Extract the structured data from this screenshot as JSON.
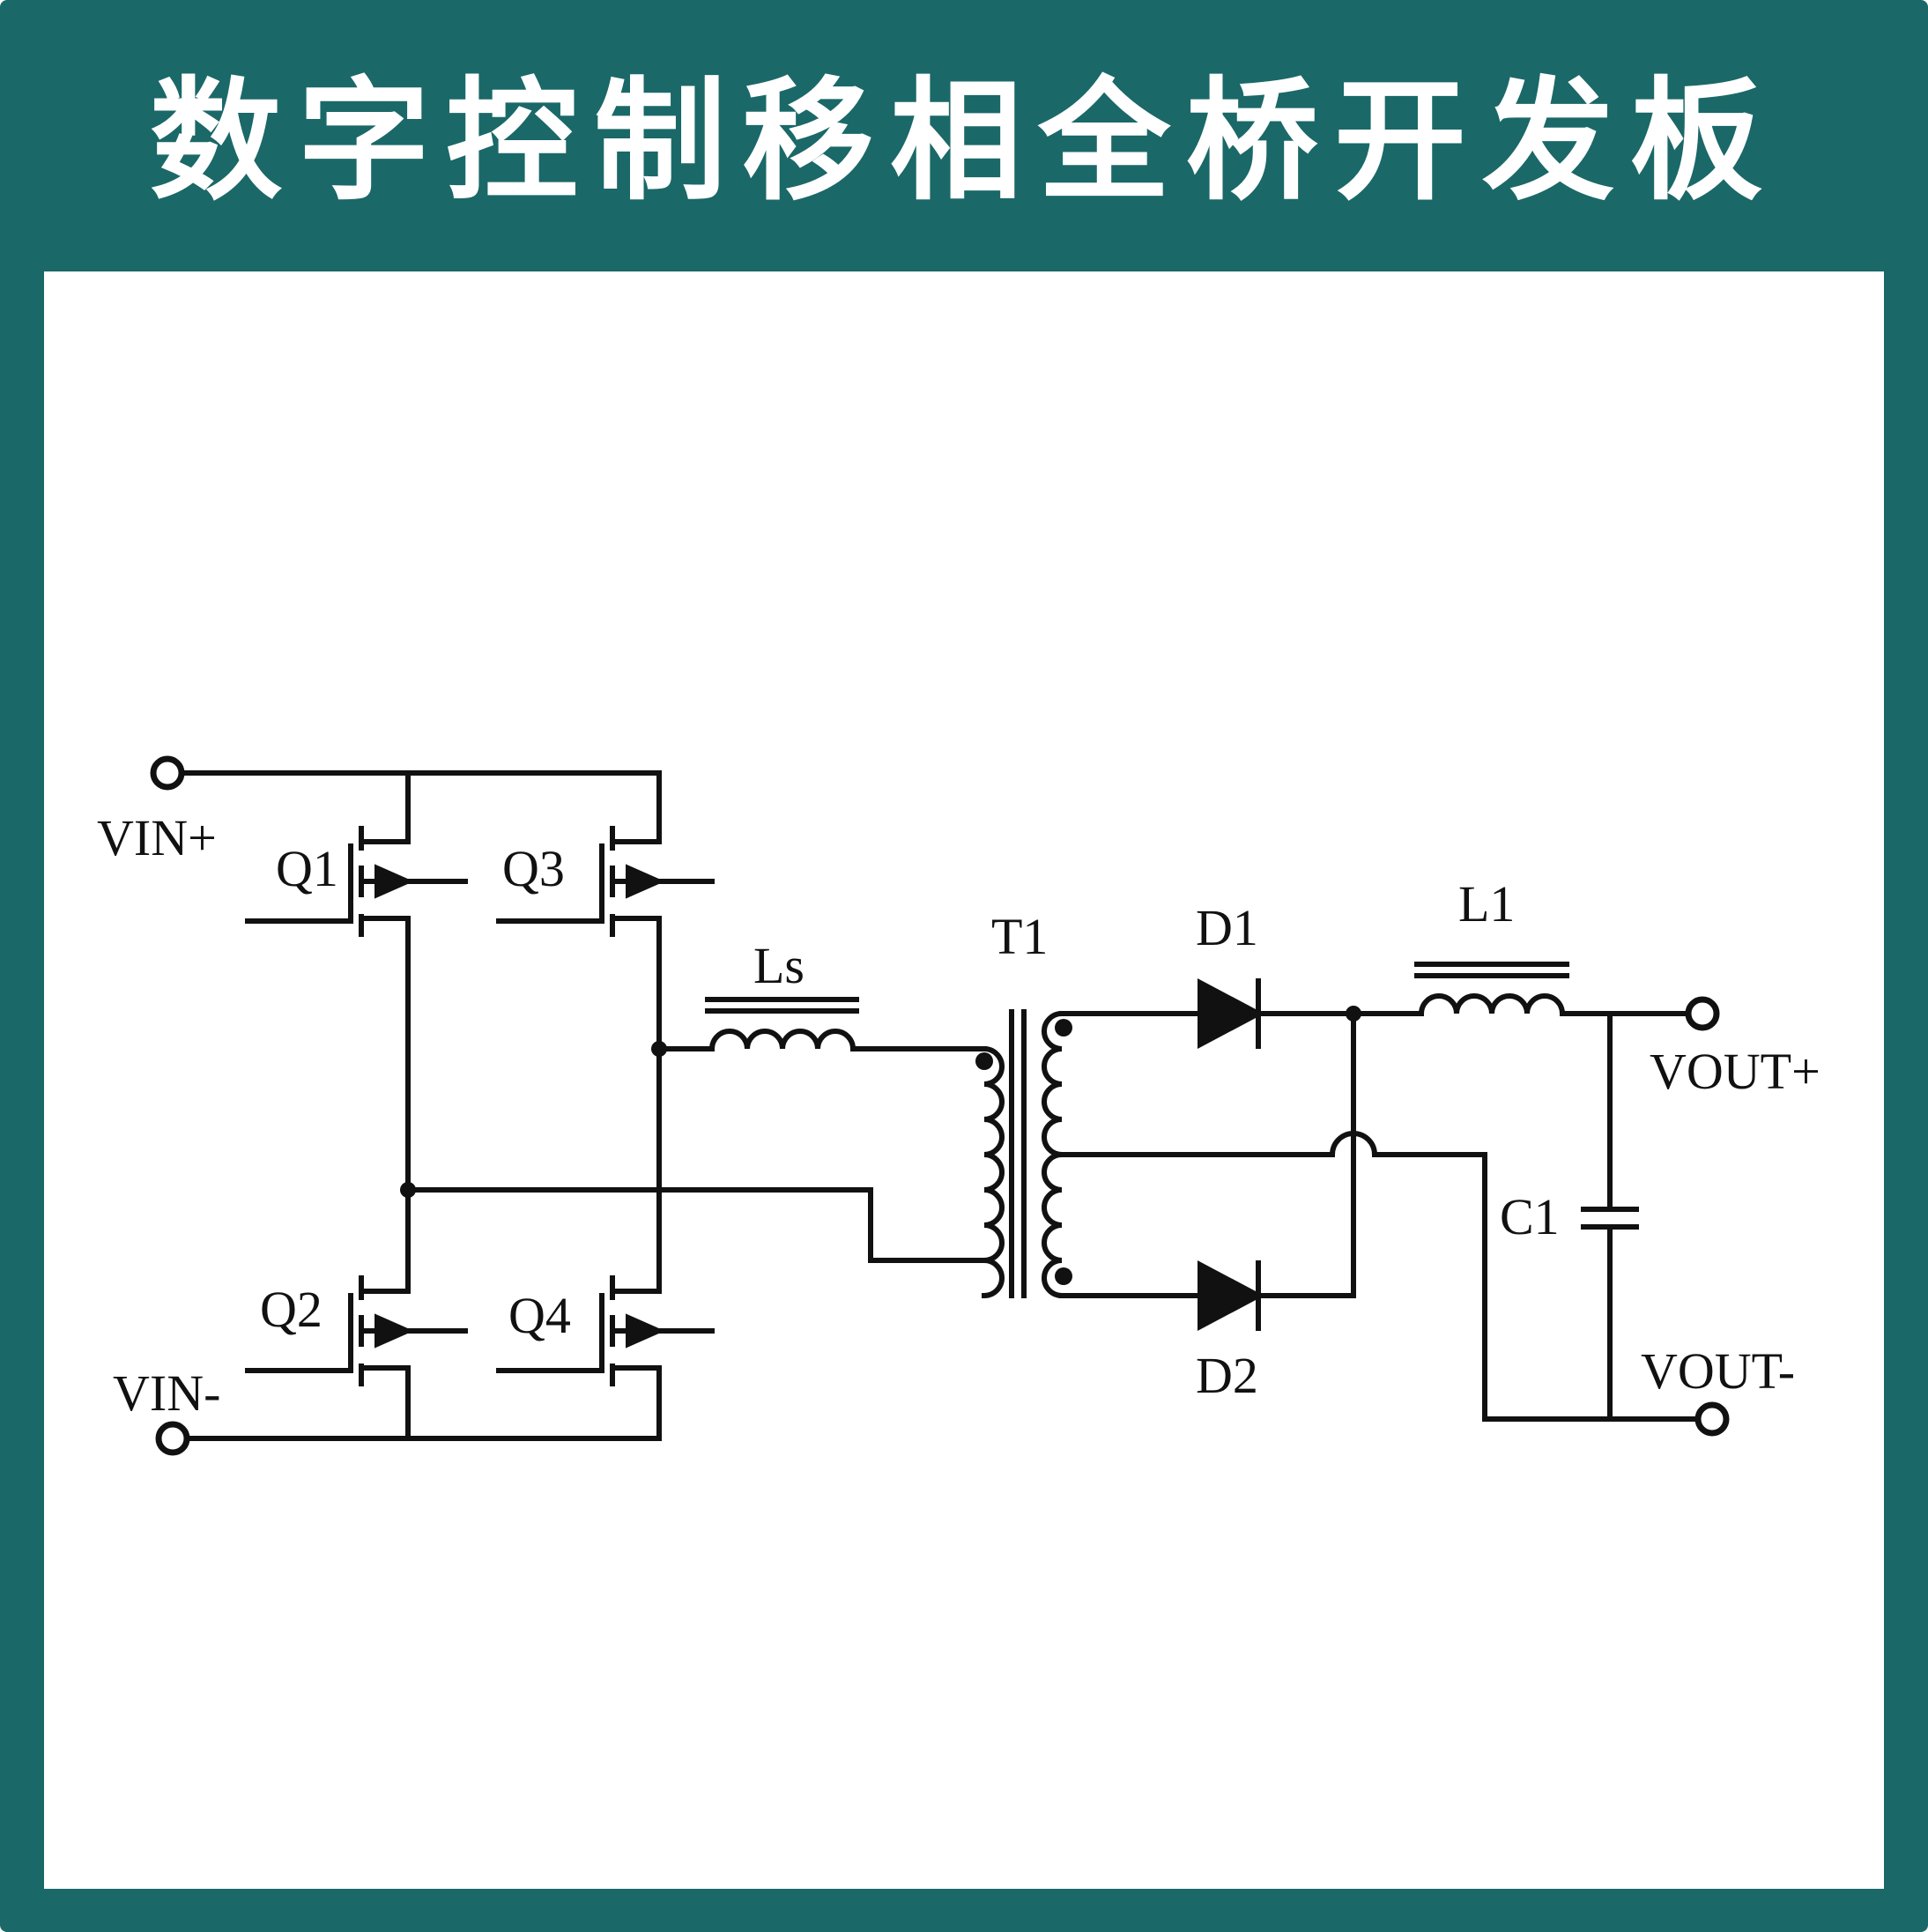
{
  "title": "数字控制移相全桥开发板",
  "colors": {
    "frame": "#1b6868",
    "panel": "#ffffff",
    "title_text": "#ffffff",
    "wire": "#111111"
  },
  "labels": {
    "vin_plus": "VIN+",
    "vin_minus": "VIN-",
    "q1": "Q1",
    "q2": "Q2",
    "q3": "Q3",
    "q4": "Q4",
    "ls": "Ls",
    "t1": "T1",
    "d1": "D1",
    "d2": "D2",
    "l1": "L1",
    "c1": "C1",
    "vout_plus": "VOUT+",
    "vout_minus": "VOUT-"
  }
}
